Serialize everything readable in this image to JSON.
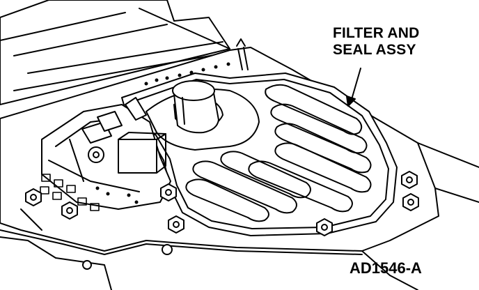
{
  "callout": {
    "line1": "FILTER AND",
    "line2": "SEAL ASSY"
  },
  "figure_id": "AD1546-A",
  "colors": {
    "ink": "#000000",
    "paper": "#ffffff"
  }
}
